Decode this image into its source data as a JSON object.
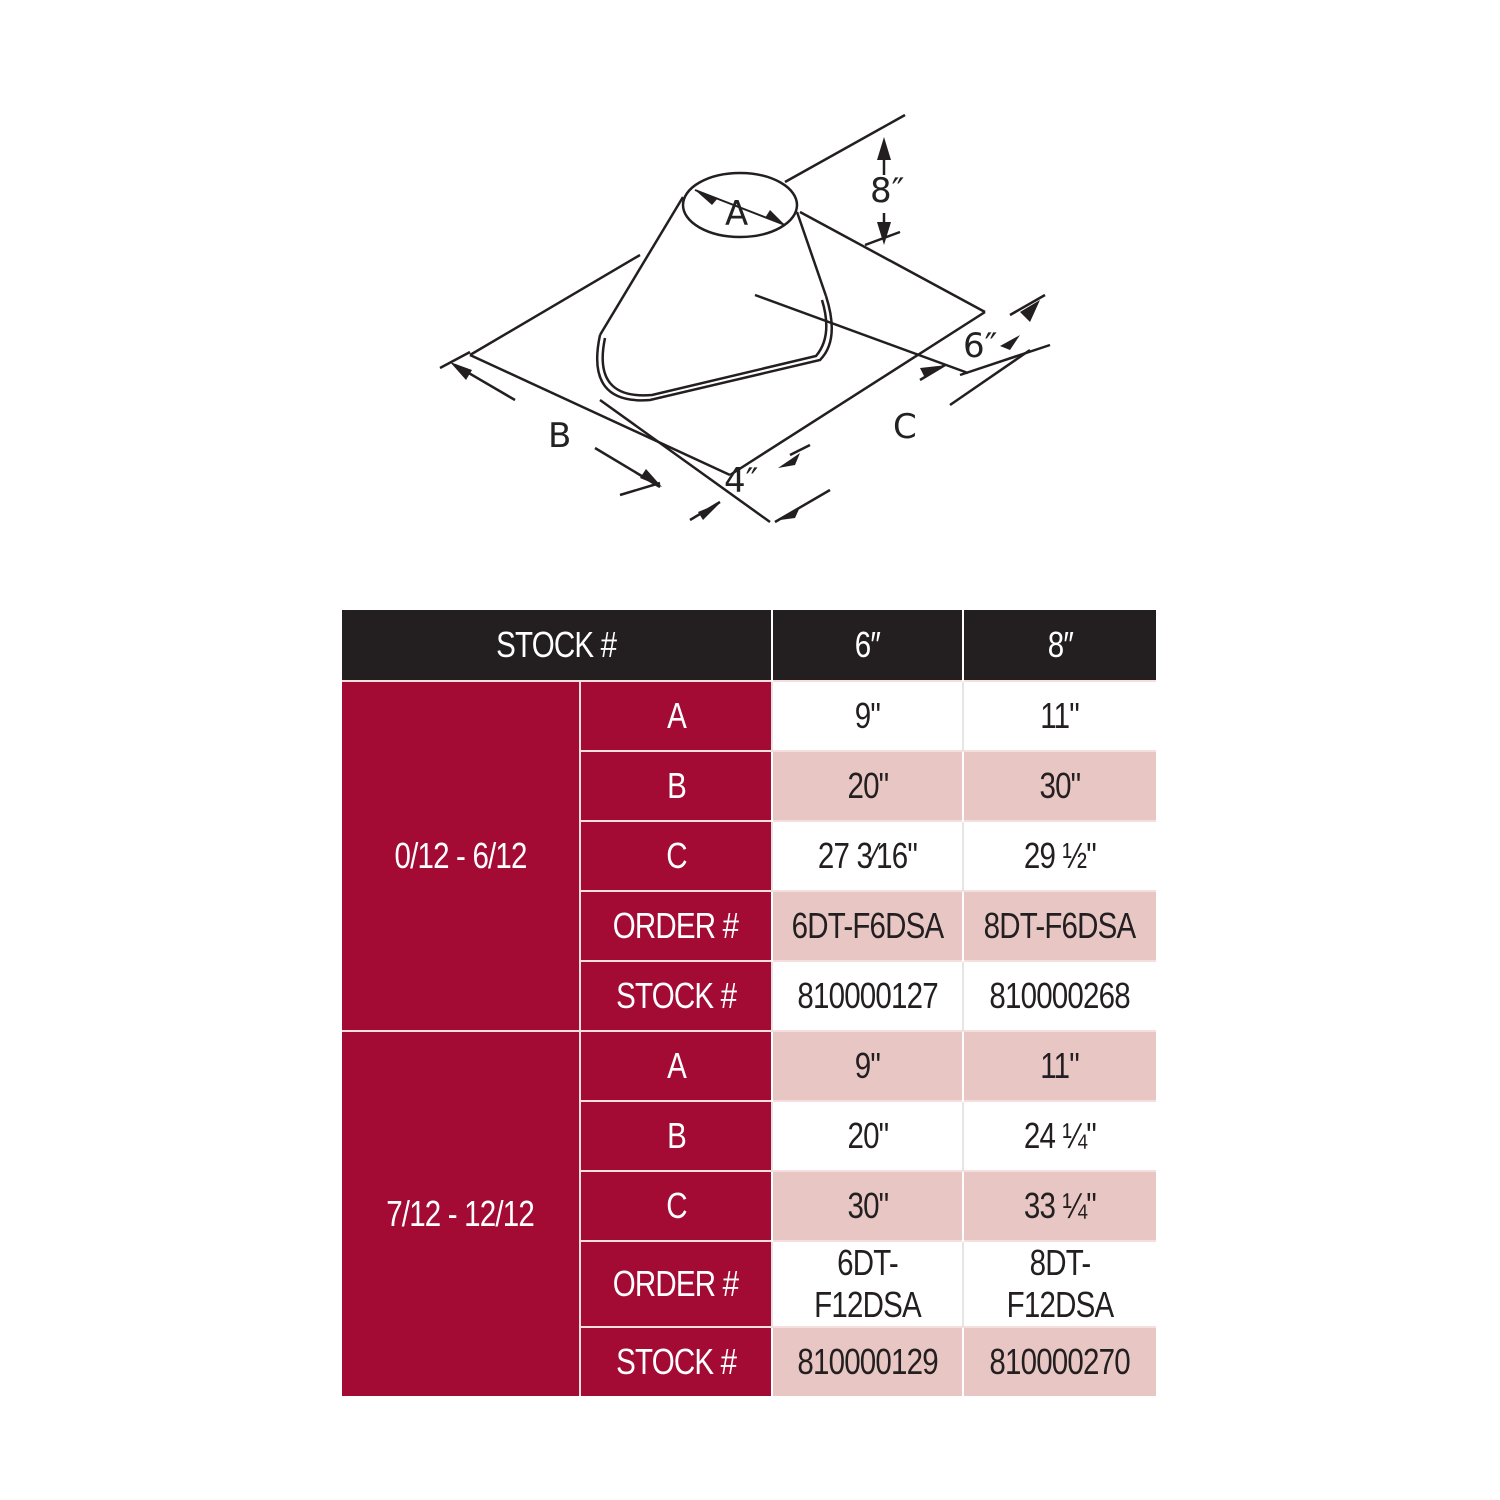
{
  "diagram": {
    "labels": {
      "a": "A",
      "b": "B",
      "c": "C",
      "height": "8″",
      "right_margin": "6″",
      "front_margin": "4″"
    }
  },
  "table": {
    "header": {
      "stock": "STOCK #",
      "col1": "6″",
      "col2": "8″"
    },
    "colors": {
      "header_bg": "#231f20",
      "group_bg": "#a30b34",
      "shaded_row": "#e8c6c4"
    },
    "groups": [
      {
        "pitch": "0/12 - 6/12",
        "rows": [
          {
            "label": "A",
            "v6": "9\"",
            "v8": "11\""
          },
          {
            "label": "B",
            "v6": "20\"",
            "v8": "30\""
          },
          {
            "label": "C",
            "v6": "27 3⁄16\"",
            "v8": "29 ½\""
          },
          {
            "label": "ORDER #",
            "v6": "6DT-F6DSA",
            "v8": "8DT-F6DSA"
          },
          {
            "label": "STOCK #",
            "v6": "810000127",
            "v8": "810000268"
          }
        ]
      },
      {
        "pitch": "7/12 - 12/12",
        "rows": [
          {
            "label": "A",
            "v6": "9\"",
            "v8": "11\""
          },
          {
            "label": "B",
            "v6": "20\"",
            "v8": "24 ¼\""
          },
          {
            "label": "C",
            "v6": "30\"",
            "v8": "33 ¼\""
          },
          {
            "label": "ORDER #",
            "v6": "6DT-F12DSA",
            "v8": "8DT-F12DSA"
          },
          {
            "label": "STOCK #",
            "v6": "810000129",
            "v8": "810000270"
          }
        ]
      }
    ]
  }
}
